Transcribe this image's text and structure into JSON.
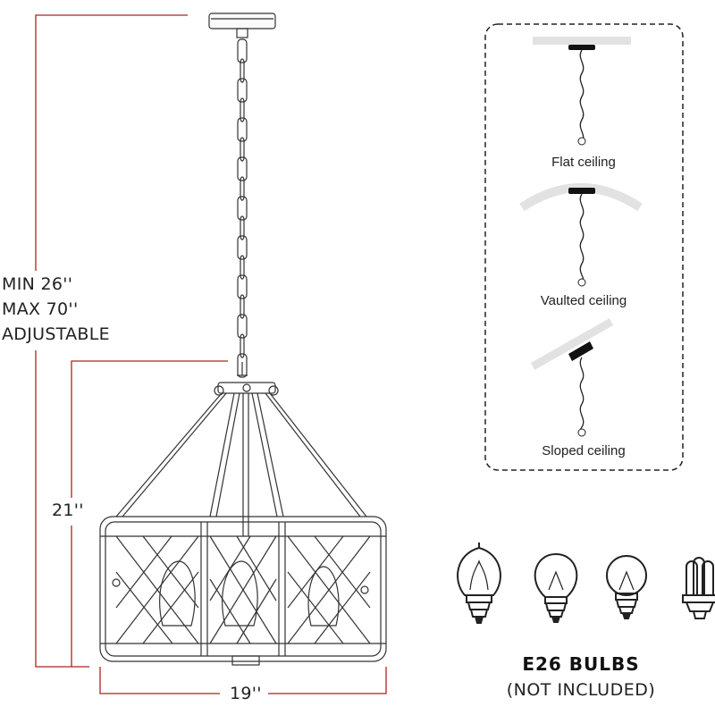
{
  "dimensions": {
    "hanging_min": "MIN 26''",
    "hanging_max": "MAX 70''",
    "hanging_note": "ADJUSTABLE",
    "height": "21''",
    "width": "19''"
  },
  "mounting_options": [
    {
      "label": "Flat ceiling"
    },
    {
      "label": "Vaulted ceiling"
    },
    {
      "label": "Sloped ceiling"
    }
  ],
  "bulbs": {
    "title": "E26 BULBS",
    "note": "(NOT INCLUDED)",
    "types": [
      "edison-bulb-icon",
      "standard-bulb-icon",
      "globe-bulb-icon",
      "cfl-bulb-icon"
    ]
  },
  "colors": {
    "dimension_line": "#b02020",
    "line_art": "#333333"
  }
}
